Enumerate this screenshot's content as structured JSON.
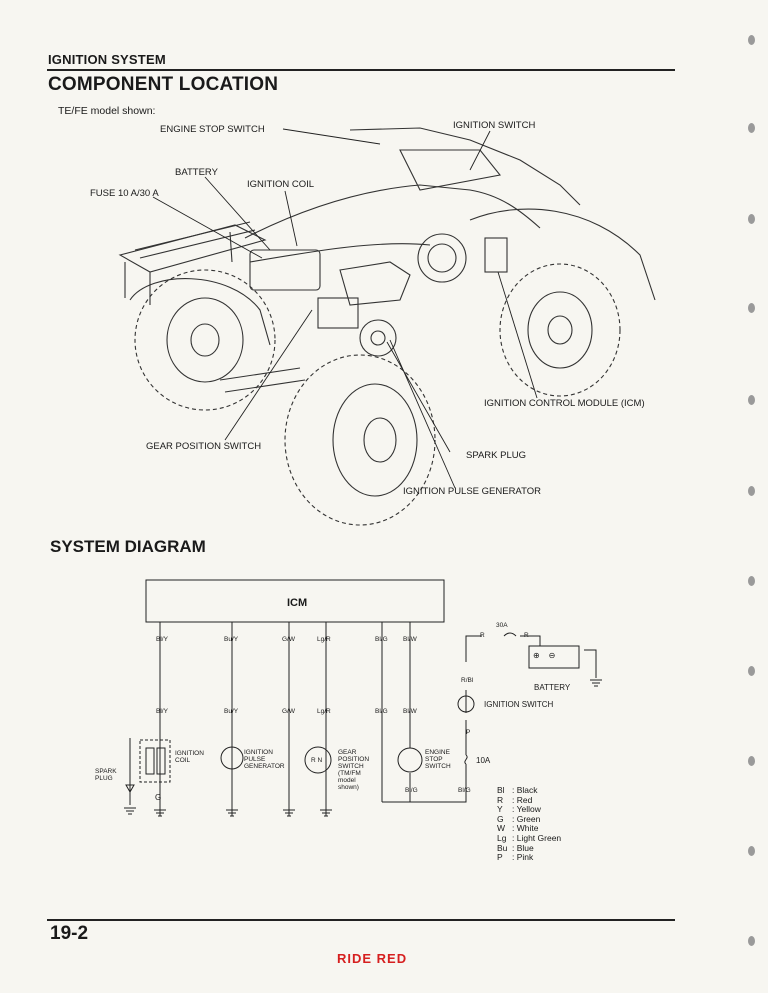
{
  "header": {
    "section": "IGNITION SYSTEM",
    "title": "COMPONENT LOCATION"
  },
  "component_location": {
    "model_note": "TE/FE model shown:",
    "labels": {
      "engine_stop_switch": "ENGINE STOP SWITCH",
      "ignition_switch": "IGNITION SWITCH",
      "battery": "BATTERY",
      "ignition_coil": "IGNITION COIL",
      "fuse": "FUSE 10 A/30 A",
      "icm": "IGNITION CONTROL MODULE (ICM)",
      "gear_position_switch": "GEAR POSITION SWITCH",
      "spark_plug": "SPARK PLUG",
      "pulse_generator": "IGNITION PULSE GENERATOR"
    }
  },
  "system_diagram": {
    "title": "SYSTEM DIAGRAM",
    "icm_label": "ICM",
    "wire_codes_top": [
      "Bl/Y",
      "Bu/Y",
      "G/W",
      "Lg/R",
      "Bl/G",
      "Bl/W"
    ],
    "wire_codes_mid": [
      "Bl/Y",
      "Bu/Y",
      "G/W",
      "Lg/R",
      "Bl/G",
      "Bl/W"
    ],
    "fuse_30a": "30A",
    "r1": "R",
    "r2": "R",
    "battery_label": "BATTERY",
    "rbl": "R/Bl",
    "ignition_switch": "IGNITION SWITCH",
    "p_label": "P",
    "fuse_10a": "10A",
    "blg1": "Bl/G",
    "blg2": "Bl/G",
    "ign_coil": [
      "IGNITION",
      "COIL"
    ],
    "spark_plug": [
      "SPARK",
      "PLUG"
    ],
    "pulse_gen": [
      "IGNITION",
      "PULSE",
      "GENERATOR"
    ],
    "gear_pos": [
      "GEAR",
      "POSITION",
      "SWITCH",
      "(TM/FM",
      "model",
      "shown)"
    ],
    "engine_stop": [
      "ENGINE",
      "STOP",
      "SWITCH"
    ],
    "rn": "R  N",
    "g_label": "G",
    "legend": [
      {
        "code": "Bl",
        "color": "Black"
      },
      {
        "code": "R",
        "color": "Red"
      },
      {
        "code": "Y",
        "color": "Yellow"
      },
      {
        "code": "G",
        "color": "Green"
      },
      {
        "code": "W",
        "color": "White"
      },
      {
        "code": "Lg",
        "color": "Light Green"
      },
      {
        "code": "Bu",
        "color": "Blue"
      },
      {
        "code": "P",
        "color": "Pink"
      }
    ]
  },
  "footer": {
    "page_number": "19-2",
    "brand": "RIDE RED"
  }
}
